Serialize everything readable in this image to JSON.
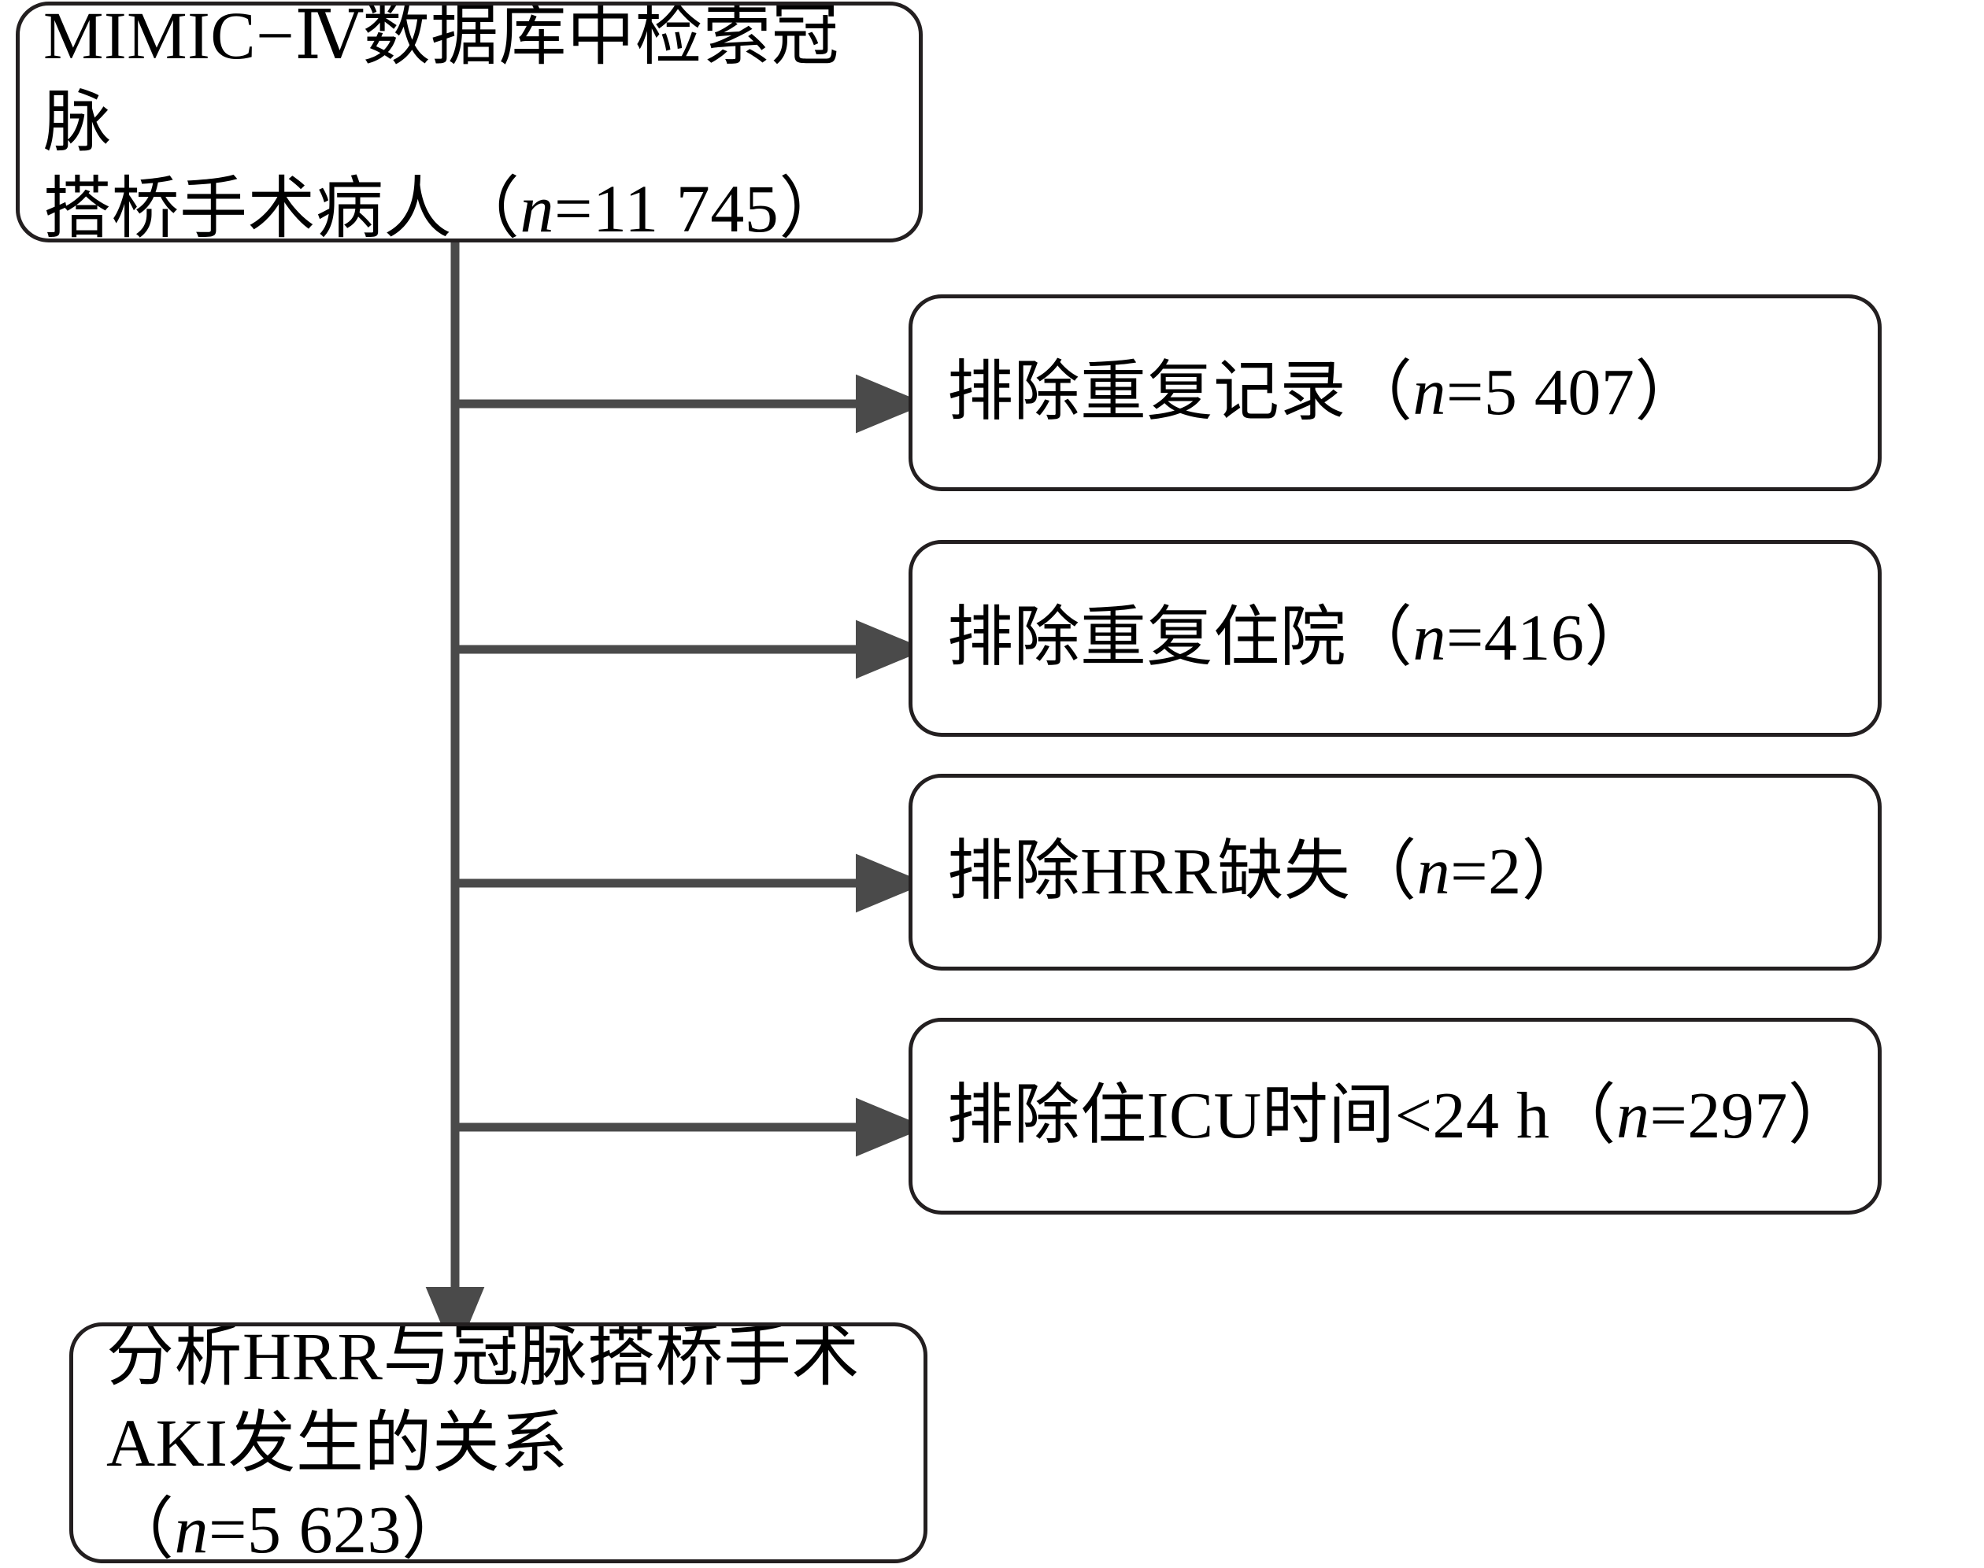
{
  "diagram": {
    "type": "flowchart",
    "title": "",
    "line_color": "#4a4a4a",
    "box_border_color": "#231f20",
    "background_color": "#ffffff",
    "source_node": {
      "id": "source",
      "label": "MIMIC−Ⅳ数据库中检索冠脉\n搭桥手术病人（n=11 745）",
      "line1": "MIMIC−Ⅳ数据库中检索冠脉",
      "line2_prefix": "搭桥手术病人（",
      "line2_var": "n",
      "line2_suffix": "=11 745）",
      "count": 11745
    },
    "exclusions": [
      {
        "id": "excl-duplicate-records",
        "label": "排除重复记录（n=5 407）",
        "prefix": "排除重复记录（",
        "var": "n",
        "suffix": "=5 407）",
        "count": 5407
      },
      {
        "id": "excl-repeat-admission",
        "label": "排除重复住院（n=416）",
        "prefix": "排除重复住院（",
        "var": "n",
        "suffix": "=416）",
        "count": 416
      },
      {
        "id": "excl-missing-hrr",
        "label": "排除HRR缺失（n=2）",
        "prefix": "排除HRR缺失（",
        "var": "n",
        "suffix": "=2）",
        "count": 2
      },
      {
        "id": "excl-icu-under-24h",
        "label": "排除住ICU时间<24 h（n=297）",
        "prefix": "排除住ICU时间<24 h（",
        "var": "n",
        "suffix": "=297）",
        "count": 297
      }
    ],
    "outcome_node": {
      "id": "outcome",
      "label": "分析HRR与冠脉搭桥手术\nAKI发生的关系（n=5 623）",
      "line1": "分析HRR与冠脉搭桥手术",
      "line2_prefix": "AKI发生的关系（",
      "line2_var": "n",
      "line2_suffix": "=5 623）",
      "count": 5623
    }
  }
}
